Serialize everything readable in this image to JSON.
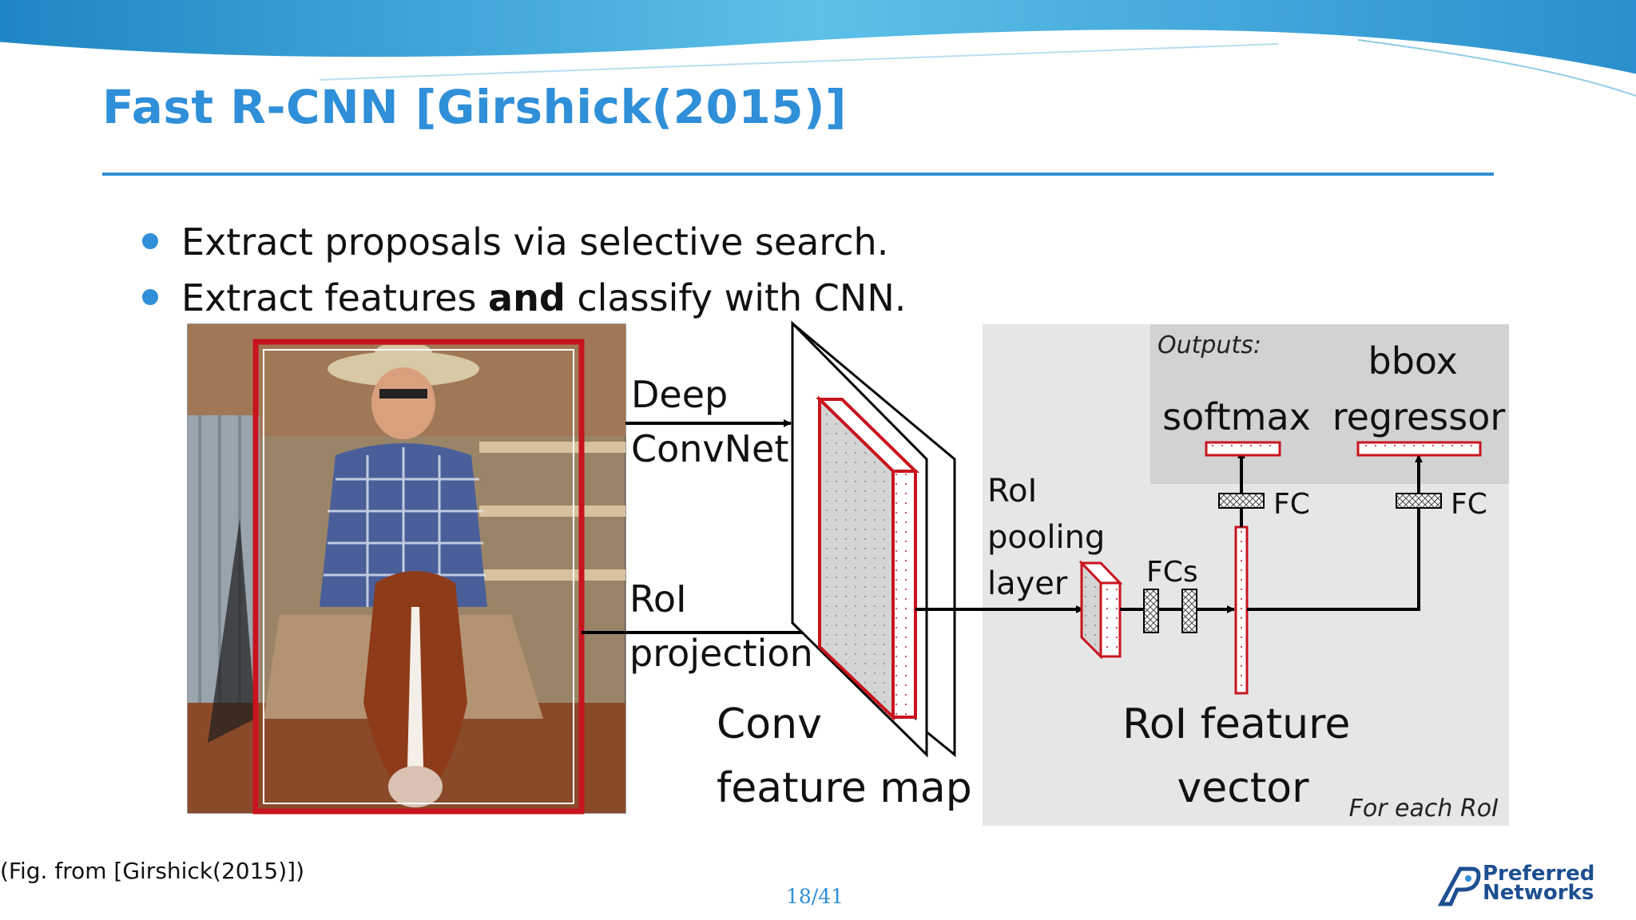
{
  "slide": {
    "title": "Fast R-CNN [Girshick(2015)]",
    "bullets": [
      {
        "before": "Extract proposals via selective search.",
        "bold": "",
        "after": ""
      },
      {
        "before": "Extract features ",
        "bold": "and",
        "after": " classify with CNN."
      }
    ],
    "caption": "(Fig.  from [Girshick(2015)])",
    "page_number": "18/41",
    "logo": {
      "line1": "Preferred",
      "line2": "Networks"
    }
  },
  "figure": {
    "deep_convnet": [
      "Deep",
      "ConvNet"
    ],
    "roi_projection": [
      "RoI",
      "projection"
    ],
    "conv_feature_map": [
      "Conv",
      "feature map"
    ],
    "roi_pooling_layer": [
      "RoI",
      "pooling",
      "layer"
    ],
    "fcs": "FCs",
    "fc_left": "FC",
    "fc_right": "FC",
    "outputs": "Outputs:",
    "softmax": "softmax",
    "bbox_regressor": [
      "bbox",
      "regressor"
    ],
    "roi_feature_vector": [
      "RoI feature",
      "vector"
    ],
    "for_each_roi": "For each RoI"
  },
  "colors": {
    "accent_blue": "#2f8fd8",
    "diagram_red": "#c8141e",
    "panel_gray": "#e6e6e6",
    "outputs_gray": "#d2d2d2"
  }
}
